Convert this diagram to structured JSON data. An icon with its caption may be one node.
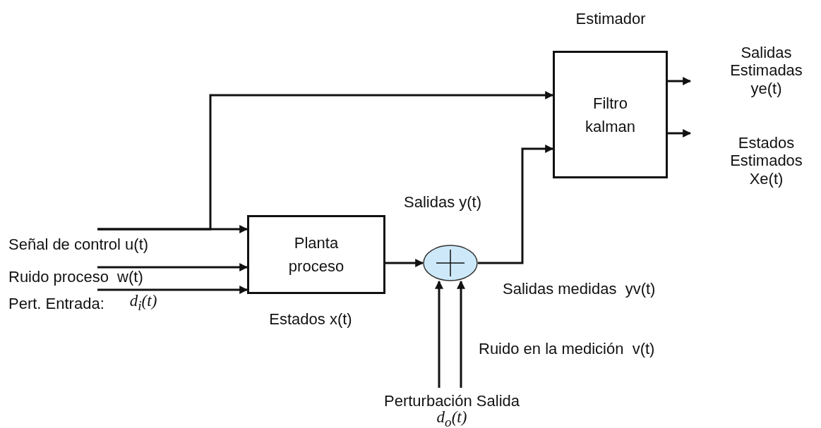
{
  "diagram": {
    "nodes": [
      {
        "text": [
          "Planta proceso"
        ],
        "beside": [
          "Estados x(t)"
        ]
      },
      {
        "text": [
          "Filtro kalman"
        ],
        "beside": [
          "Estimador"
        ]
      },
      {
        "text": [],
        "shape": "circle"
      },
      {
        "text": [
          "Señal de control u(t)"
        ]
      },
      {
        "text": [
          "Ruido proceso  w(t)"
        ]
      },
      {
        "text": [
          "Pert. Entrada:",
          "d$_{i}$(t)"
        ]
      }
    ],
    "edges": [
      {
        "from": 3,
        "to": 0,
        "arrow": "to"
      },
      {
        "from": 4,
        "to": 0,
        "arrow": "to"
      },
      {
        "from": 5,
        "to": 0,
        "arrow": "to"
      },
      {
        "from": 3,
        "to": 1,
        "arrow": "to"
      },
      {
        "from": 0,
        "to": 2,
        "arrow": "to"
      },
      {
        "from": 2,
        "to": 1,
        "arrow": "to"
      },
      {
        "from": null,
        "to": 2,
        "arrow": "to"
      },
      {
        "from": null,
        "to": 2,
        "arrow": "to"
      },
      {
        "from": 1,
        "to": null,
        "arrow": "to"
      },
      {
        "from": 1,
        "to": null,
        "arrow": "to"
      }
    ],
    "labels": [
      "Salidas Estimadas ye(t)",
      "Estados Estimados Xe(t)",
      "Salidas y(t)",
      "Salidas medidas  yv(t)",
      "Ruido en la medición  v(t)",
      "Perturbación Salida",
      "d$_{o}$(t)"
    ]
  }
}
